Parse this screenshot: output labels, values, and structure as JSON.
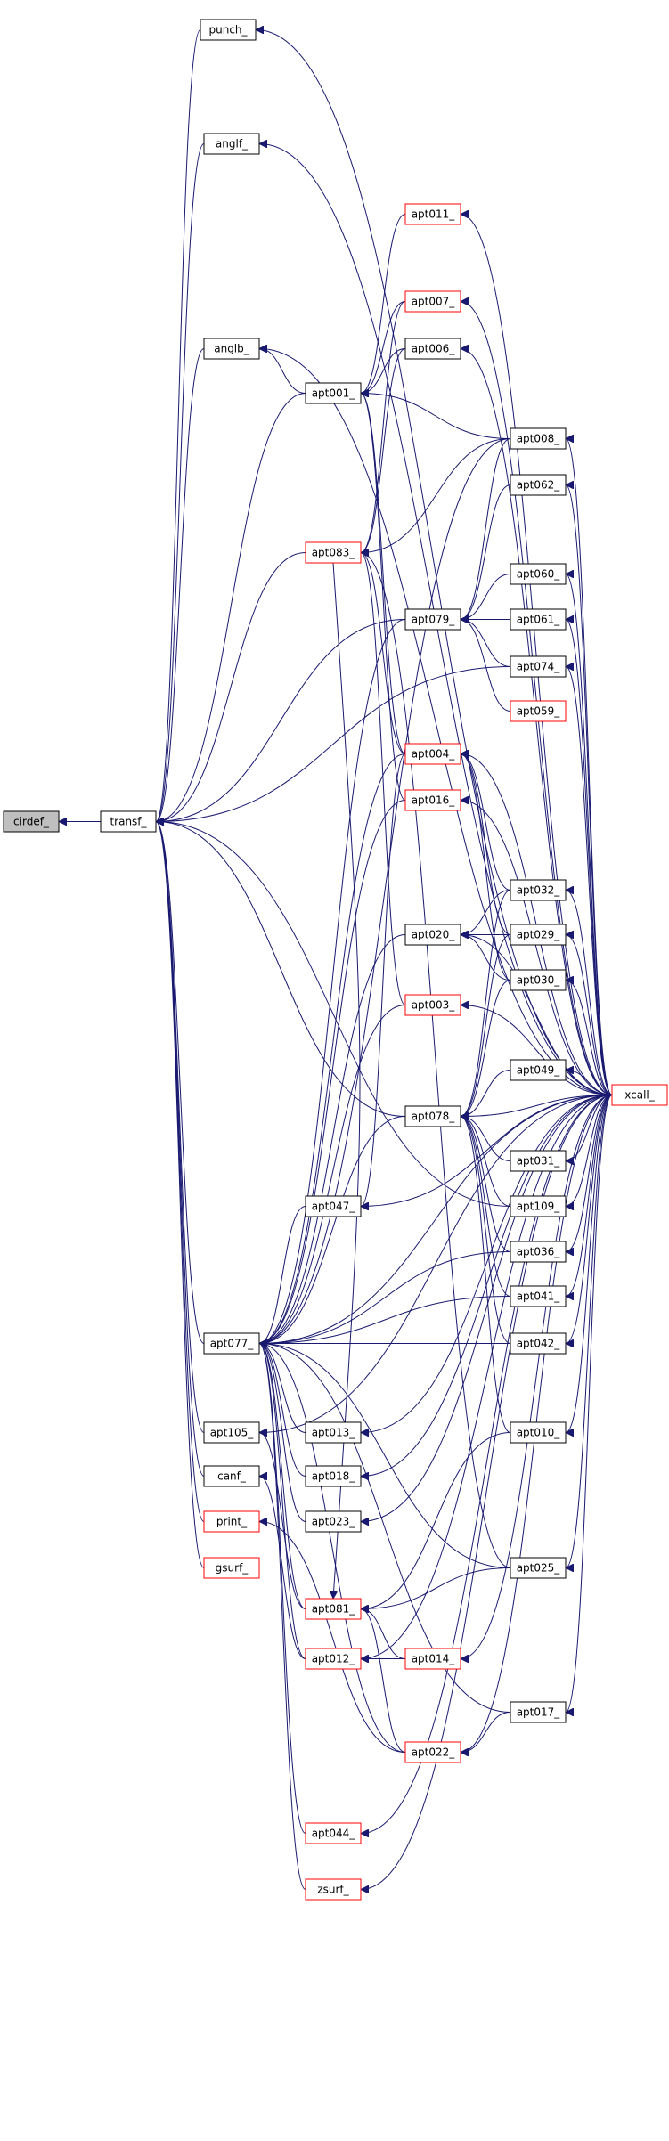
{
  "graph": {
    "edge_color": "#191970",
    "nodes": [
      {
        "id": "cirdef",
        "label": "cirdef_",
        "style": "root"
      },
      {
        "id": "transf",
        "label": "transf_",
        "style": "black"
      },
      {
        "id": "punch",
        "label": "punch_",
        "style": "black"
      },
      {
        "id": "anglf",
        "label": "anglf_",
        "style": "black"
      },
      {
        "id": "anglb",
        "label": "anglb_",
        "style": "black"
      },
      {
        "id": "apt001",
        "label": "apt001_",
        "style": "black"
      },
      {
        "id": "apt083",
        "label": "apt083_",
        "style": "red"
      },
      {
        "id": "apt011",
        "label": "apt011_",
        "style": "red"
      },
      {
        "id": "apt007",
        "label": "apt007_",
        "style": "red"
      },
      {
        "id": "apt006",
        "label": "apt006_",
        "style": "black"
      },
      {
        "id": "apt008",
        "label": "apt008_",
        "style": "black"
      },
      {
        "id": "apt062",
        "label": "apt062_",
        "style": "black"
      },
      {
        "id": "apt079",
        "label": "apt079_",
        "style": "black"
      },
      {
        "id": "apt060",
        "label": "apt060_",
        "style": "black"
      },
      {
        "id": "apt061",
        "label": "apt061_",
        "style": "black"
      },
      {
        "id": "apt074",
        "label": "apt074_",
        "style": "black"
      },
      {
        "id": "apt059",
        "label": "apt059_",
        "style": "red"
      },
      {
        "id": "apt004",
        "label": "apt004_",
        "style": "red"
      },
      {
        "id": "apt016",
        "label": "apt016_",
        "style": "red"
      },
      {
        "id": "apt032",
        "label": "apt032_",
        "style": "black"
      },
      {
        "id": "apt020",
        "label": "apt020_",
        "style": "black"
      },
      {
        "id": "apt029",
        "label": "apt029_",
        "style": "black"
      },
      {
        "id": "apt030",
        "label": "apt030_",
        "style": "black"
      },
      {
        "id": "apt003",
        "label": "apt003_",
        "style": "red"
      },
      {
        "id": "apt049",
        "label": "apt049_",
        "style": "black"
      },
      {
        "id": "xcall",
        "label": "xcall_",
        "style": "red"
      },
      {
        "id": "apt078",
        "label": "apt078_",
        "style": "black"
      },
      {
        "id": "apt031",
        "label": "apt031_",
        "style": "black"
      },
      {
        "id": "apt047",
        "label": "apt047_",
        "style": "black"
      },
      {
        "id": "apt109",
        "label": "apt109_",
        "style": "black"
      },
      {
        "id": "apt036",
        "label": "apt036_",
        "style": "black"
      },
      {
        "id": "apt041",
        "label": "apt041_",
        "style": "black"
      },
      {
        "id": "apt077",
        "label": "apt077_",
        "style": "black"
      },
      {
        "id": "apt042",
        "label": "apt042_",
        "style": "black"
      },
      {
        "id": "apt105",
        "label": "apt105_",
        "style": "black"
      },
      {
        "id": "apt013",
        "label": "apt013_",
        "style": "black"
      },
      {
        "id": "apt010",
        "label": "apt010_",
        "style": "black"
      },
      {
        "id": "canf",
        "label": "canf_",
        "style": "black"
      },
      {
        "id": "apt018",
        "label": "apt018_",
        "style": "black"
      },
      {
        "id": "print",
        "label": "print_",
        "style": "red"
      },
      {
        "id": "apt023",
        "label": "apt023_",
        "style": "black"
      },
      {
        "id": "gsurf",
        "label": "gsurf_",
        "style": "red"
      },
      {
        "id": "apt025",
        "label": "apt025_",
        "style": "black"
      },
      {
        "id": "apt081",
        "label": "apt081_",
        "style": "red"
      },
      {
        "id": "apt012",
        "label": "apt012_",
        "style": "red"
      },
      {
        "id": "apt014",
        "label": "apt014_",
        "style": "red"
      },
      {
        "id": "apt017",
        "label": "apt017_",
        "style": "black"
      },
      {
        "id": "apt022",
        "label": "apt022_",
        "style": "red"
      },
      {
        "id": "apt044",
        "label": "apt044_",
        "style": "red"
      },
      {
        "id": "zsurf",
        "label": "zsurf_",
        "style": "red"
      }
    ]
  }
}
